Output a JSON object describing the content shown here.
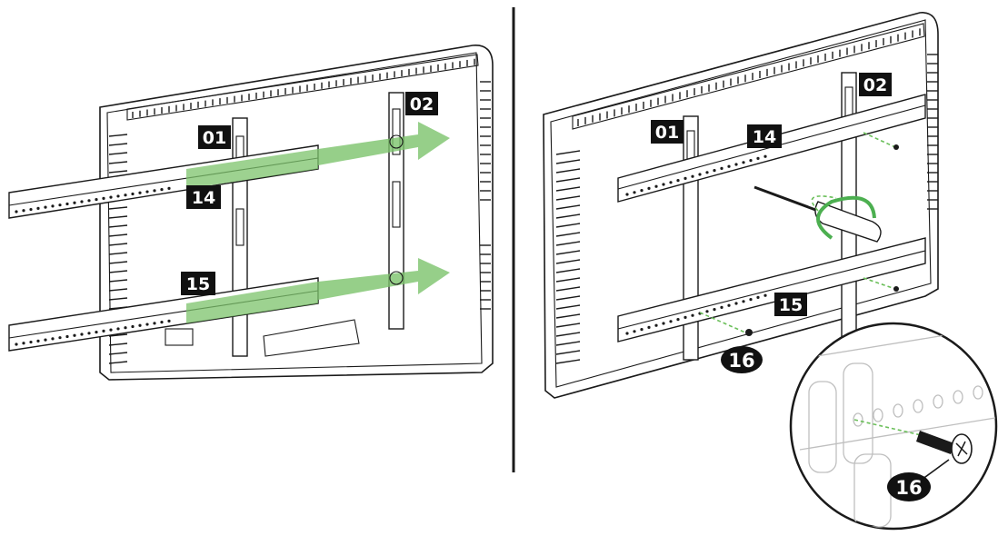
{
  "labels": {
    "left_01": "01",
    "left_02": "02",
    "left_14": "14",
    "left_15": "15",
    "right_01": "01",
    "right_02": "02",
    "right_14": "14",
    "right_15": "15",
    "right_16": "16",
    "zoom_16": "16"
  },
  "colors": {
    "accent_green": "#7cc36b",
    "label_black": "#111111",
    "line": "#1a1a1a"
  }
}
